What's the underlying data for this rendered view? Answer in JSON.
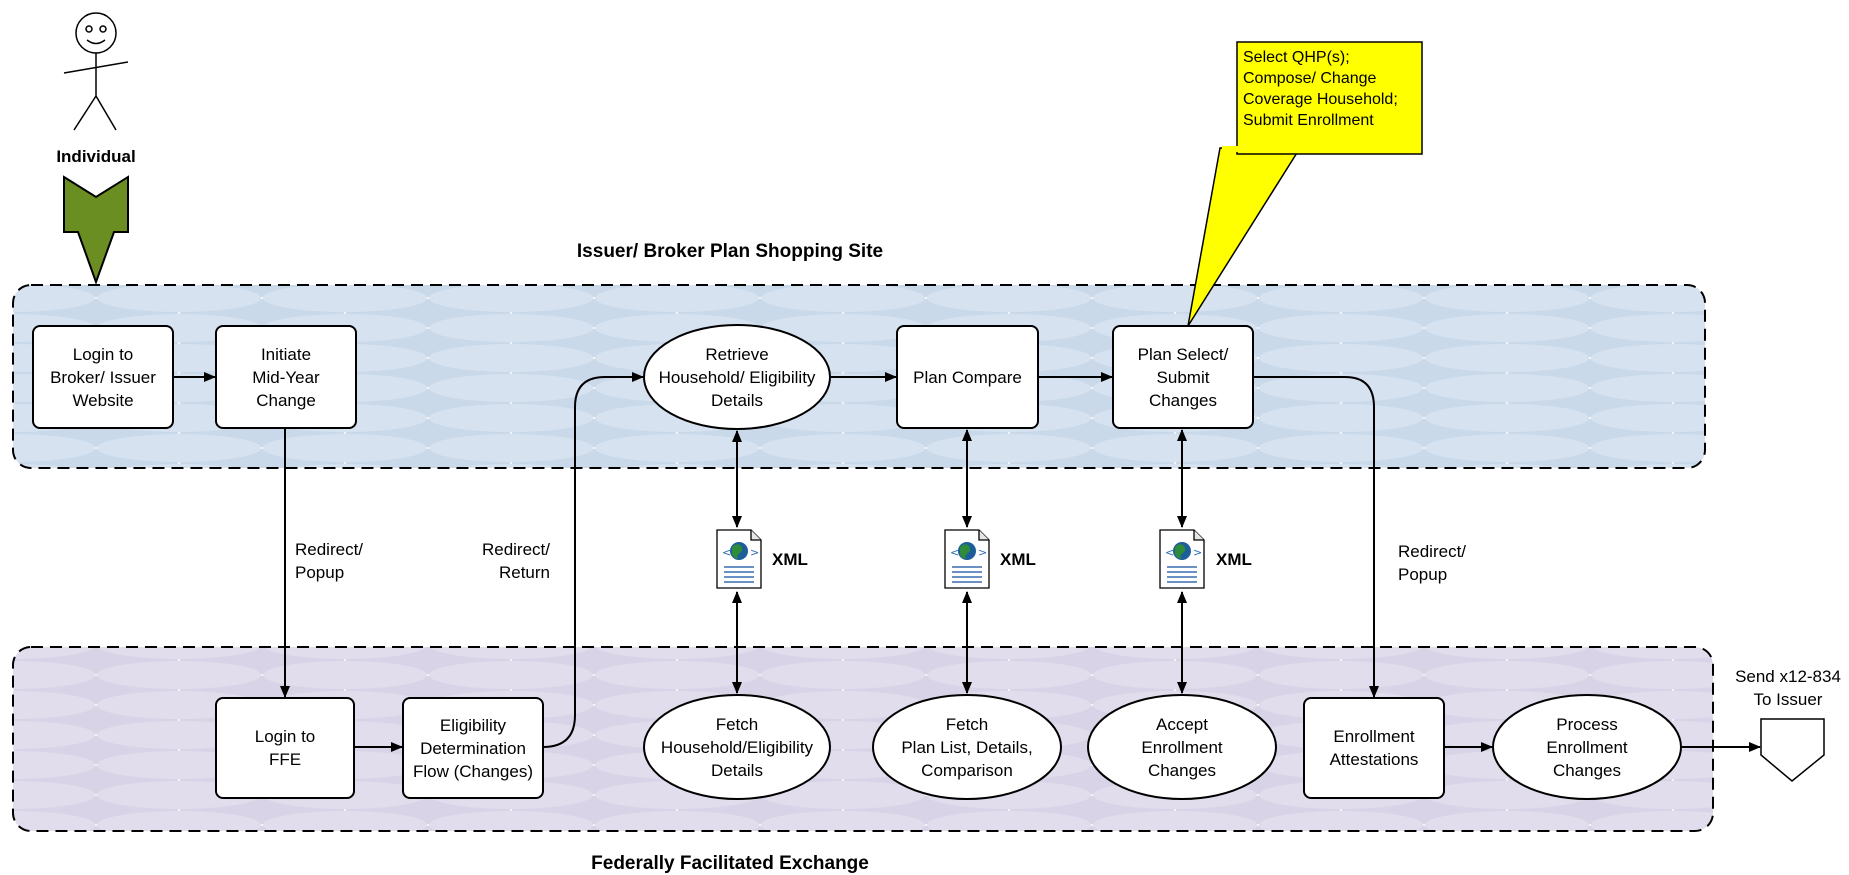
{
  "actor": {
    "label": "Individual"
  },
  "swimlanes": {
    "top": "Issuer/ Broker Plan Shopping Site",
    "bottom": "Federally Facilitated Exchange"
  },
  "callout": {
    "text": "Select QHP(s);\nCompose/ Change\nCoverage Household;\nSubmit Enrollment"
  },
  "nodes": {
    "login_broker": "Login to\nBroker/ Issuer\nWebsite",
    "initiate": "Initiate\nMid-Year\nChange",
    "retrieve": "Retrieve\nHousehold/ Eligibility\nDetails",
    "plan_compare": "Plan Compare",
    "plan_select": "Plan Select/\nSubmit\nChanges",
    "login_ffe": "Login to\nFFE",
    "eligibility": "Eligibility\nDetermination\nFlow (Changes)",
    "fetch_household": "Fetch\nHousehold/Eligibility\nDetails",
    "fetch_plan": "Fetch\nPlan List, Details,\nComparison",
    "accept": "Accept\nEnrollment\nChanges",
    "attestations": "Enrollment\nAttestations",
    "process": "Process\nEnrollment\nChanges"
  },
  "edge_labels": {
    "redirect_popup_1": "Redirect/\nPopup",
    "redirect_return": "Redirect/\nReturn",
    "redirect_popup_2": "Redirect/\nPopup",
    "send": "Send x12-834\nTo Issuer"
  },
  "xml_label": "XML",
  "colors": {
    "swimlane_top": "#c9d9ea",
    "swimlane_bottom": "#d8d3e6",
    "callout_fill": "#ffff00",
    "actor_arrow": "#6b8e23"
  }
}
